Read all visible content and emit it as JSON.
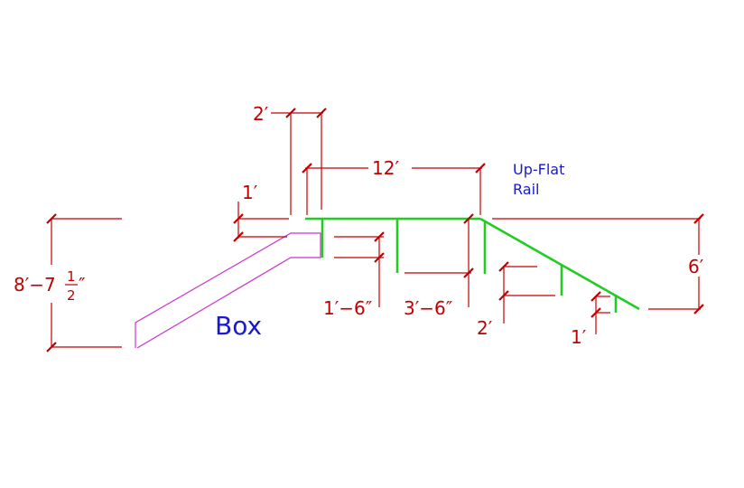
{
  "colors": {
    "dimension": "#c00000",
    "rail": "#22cc22",
    "box": "#cc33cc",
    "label": "#1a1acc"
  },
  "dimensions": {
    "top_width": "2′",
    "rail_length": "12′",
    "box_step": "1′",
    "box_height_main": "8′−7",
    "box_height_num": "1",
    "box_height_den": "2",
    "box_height_inch": "″",
    "post_spacing_a": "1′−6″",
    "post_spacing_b": "3′−6″",
    "rail_drop": "6′",
    "post_height_a": "2′",
    "post_height_b": "1′"
  },
  "labels": {
    "up_flat_rail_line1": "Up-Flat",
    "up_flat_rail_line2": "Rail",
    "box": "Box"
  }
}
